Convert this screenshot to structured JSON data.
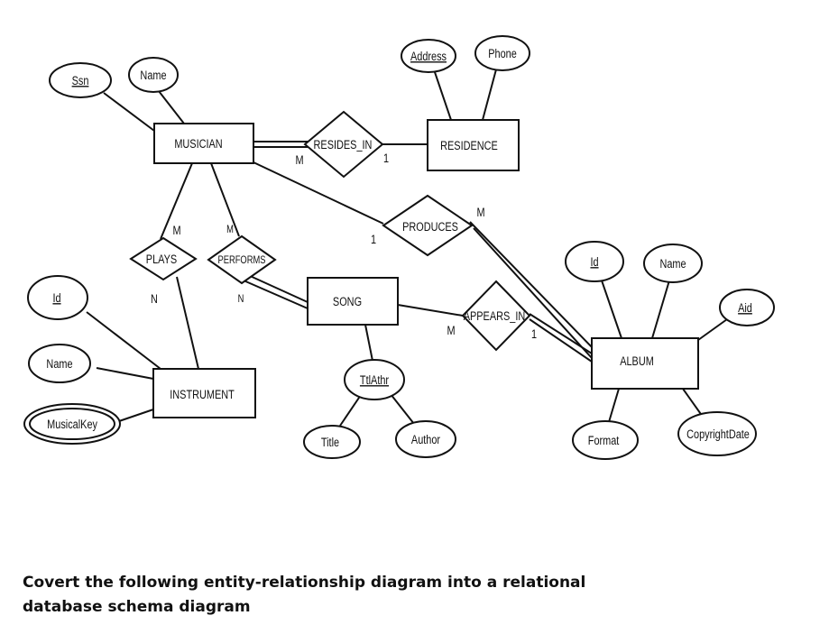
{
  "entities": [
    {
      "id": "musician",
      "label": "MUSICIAN"
    },
    {
      "id": "residence",
      "label": "RESIDENCE"
    },
    {
      "id": "song",
      "label": "SONG"
    },
    {
      "id": "instrument",
      "label": "INSTRUMENT"
    },
    {
      "id": "album",
      "label": "ALBUM"
    }
  ],
  "relationships": [
    {
      "id": "resides_in",
      "label": "RESIDES_IN"
    },
    {
      "id": "produces",
      "label": "PRODUCES"
    },
    {
      "id": "plays",
      "label": "PLAYS"
    },
    {
      "id": "performs",
      "label": "PERFORMS"
    },
    {
      "id": "appears_in",
      "label": "APPEARS_IN"
    }
  ],
  "attributes": [
    {
      "id": "musician_ssn",
      "label": "Ssn",
      "key": true
    },
    {
      "id": "musician_name",
      "label": "Name",
      "key": false
    },
    {
      "id": "residence_address",
      "label": "Address",
      "key": true
    },
    {
      "id": "residence_phone",
      "label": "Phone",
      "key": false
    },
    {
      "id": "instrument_id",
      "label": "Id",
      "key": true
    },
    {
      "id": "instrument_name",
      "label": "Name",
      "key": false
    },
    {
      "id": "instrument_musicalkey",
      "label": "MusicalKey",
      "key": false,
      "multivalued": true
    },
    {
      "id": "song_ttlathr",
      "label": "TtlAthr",
      "key": true
    },
    {
      "id": "song_title",
      "label": "Title",
      "key": false
    },
    {
      "id": "song_author",
      "label": "Author",
      "key": false
    },
    {
      "id": "album_id",
      "label": "Id",
      "key": true
    },
    {
      "id": "album_name",
      "label": "Name",
      "key": false
    },
    {
      "id": "album_aid",
      "label": "Aid",
      "key": true
    },
    {
      "id": "album_format",
      "label": "Format",
      "key": false
    },
    {
      "id": "album_copyrightdate",
      "label": "CopyrightDate",
      "key": false
    }
  ],
  "cardinalities": [
    {
      "id": "resides_in_musician",
      "label": "M"
    },
    {
      "id": "resides_in_residence",
      "label": "1"
    },
    {
      "id": "produces_musician",
      "label": "1"
    },
    {
      "id": "produces_album",
      "label": "M"
    },
    {
      "id": "plays_musician",
      "label": "M"
    },
    {
      "id": "plays_instrument",
      "label": "N"
    },
    {
      "id": "performs_musician",
      "label": "M"
    },
    {
      "id": "performs_song",
      "label": "N"
    },
    {
      "id": "appears_in_song",
      "label": "M"
    },
    {
      "id": "appears_in_album",
      "label": "1"
    }
  ],
  "caption": {
    "line1": "Covert the following entity-relationship diagram into a relational",
    "line2": "database schema diagram"
  }
}
